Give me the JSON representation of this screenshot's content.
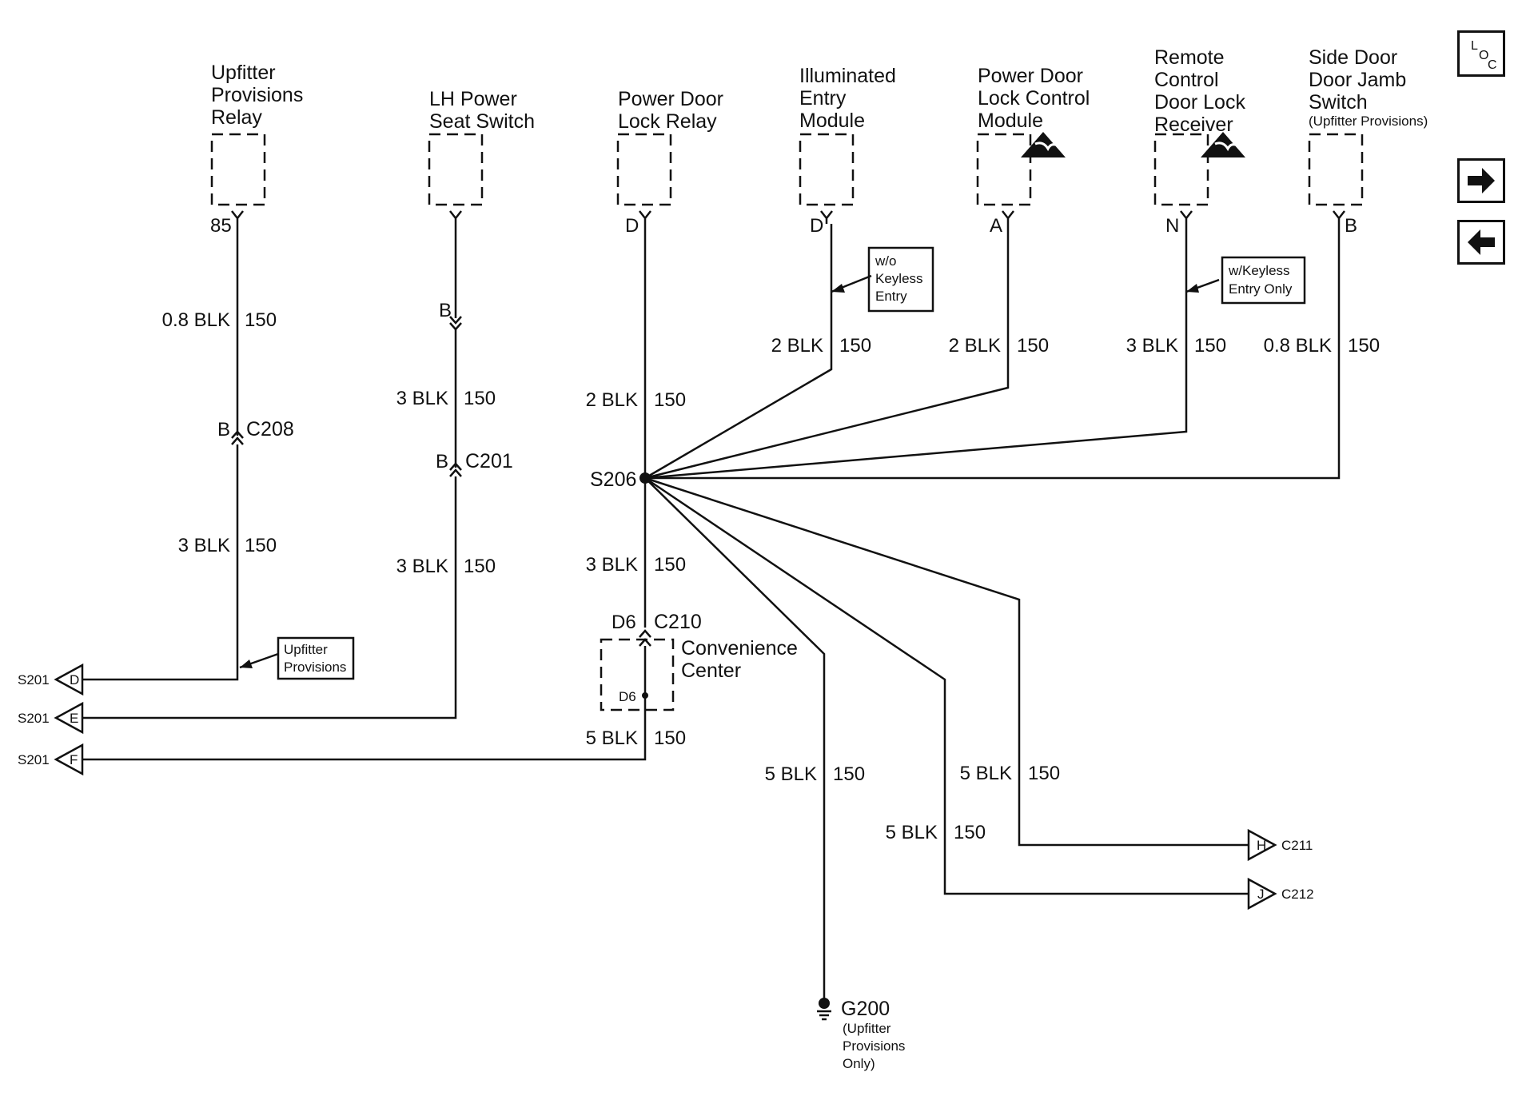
{
  "components": {
    "upfitter_relay": [
      "Upfitter",
      "Provisions",
      "Relay"
    ],
    "lh_seat_switch": [
      "LH Power",
      "Seat Switch"
    ],
    "pdl_relay": [
      "Power Door",
      "Lock Relay"
    ],
    "entry_module": [
      "Illuminated",
      "Entry",
      "Module"
    ],
    "pdl_control_module": [
      "Power Door",
      "Lock Control",
      "Module"
    ],
    "remote_receiver": [
      "Remote",
      "Control",
      "Door Lock",
      "Receiver"
    ],
    "side_door_switch": [
      "Side Door",
      "Door Jamb",
      "Switch"
    ],
    "side_door_note": "(Upfitter Provisions)",
    "convenience_center": [
      "Convenience",
      "Center"
    ]
  },
  "pins": {
    "upfitter": "85",
    "lh_seat": "B",
    "pdl_relay": "D",
    "entry": "D",
    "pdl_ctrl": "A",
    "remote": "N",
    "side_door": "B",
    "c208_pin": "B",
    "c201_pin": "B",
    "c210_pin": "D6",
    "conv_inner": "D6"
  },
  "connectors": {
    "c208": "C208",
    "c201": "C201",
    "c210": "C210",
    "c211": "C211",
    "c212": "C212",
    "splice_s206": "S206",
    "ground": "G200",
    "ground_note": [
      "(Upfitter",
      "Provisions",
      "Only)"
    ]
  },
  "wires": {
    "w1_size": "0.8 BLK",
    "w1_circ": "150",
    "w2_size": "3 BLK",
    "w2_circ": "150",
    "w3_size": "3 BLK",
    "w3_circ": "150",
    "w4_size": "3 BLK",
    "w4_circ": "150",
    "w5_size": "2 BLK",
    "w5_circ": "150",
    "w6_size": "3 BLK",
    "w6_circ": "150",
    "w7_size": "5 BLK",
    "w7_circ": "150",
    "w8_size": "2 BLK",
    "w8_circ": "150",
    "w9_size": "2 BLK",
    "w9_circ": "150",
    "w10_size": "3 BLK",
    "w10_circ": "150",
    "w11_size": "0.8 BLK",
    "w11_circ": "150",
    "w12_size": "5 BLK",
    "w12_circ": "150",
    "w13_size": "5 BLK",
    "w13_circ": "150",
    "w14_size": "5 BLK",
    "w14_circ": "150"
  },
  "notes": {
    "wo_keyless": [
      "w/o",
      "Keyless",
      "Entry"
    ],
    "w_keyless": [
      "w/Keyless",
      "Entry  Only"
    ],
    "upfitter_prov": [
      "Upfitter",
      "Provisions"
    ]
  },
  "offpage": {
    "s201_d": {
      "ref": "S201",
      "letter": "D"
    },
    "s201_e": {
      "ref": "S201",
      "letter": "E"
    },
    "s201_f": {
      "ref": "S201",
      "letter": "F"
    },
    "c211_h": {
      "letter": "H"
    },
    "c212_j": {
      "letter": "J"
    }
  },
  "nav": {
    "loc_l": "L",
    "loc_o": "O",
    "loc_c": "C"
  }
}
